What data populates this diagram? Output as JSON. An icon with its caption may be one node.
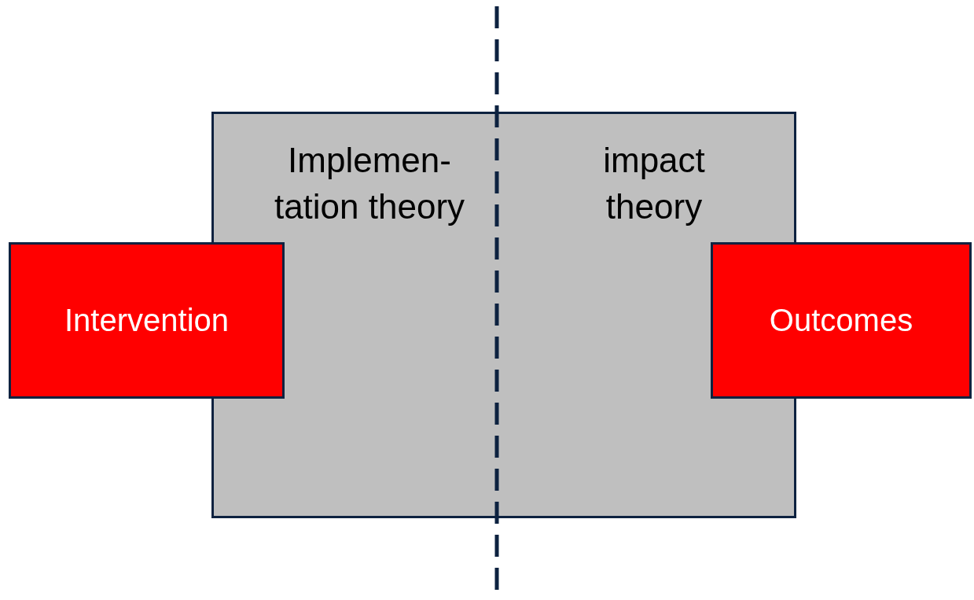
{
  "diagram": {
    "nodes": [
      {
        "text": [
          "Implemen-tation theory",
          "impact theory"
        ]
      },
      {
        "text": [
          "Intervention"
        ]
      },
      {
        "text": [
          "Outcomes"
        ]
      }
    ]
  }
}
